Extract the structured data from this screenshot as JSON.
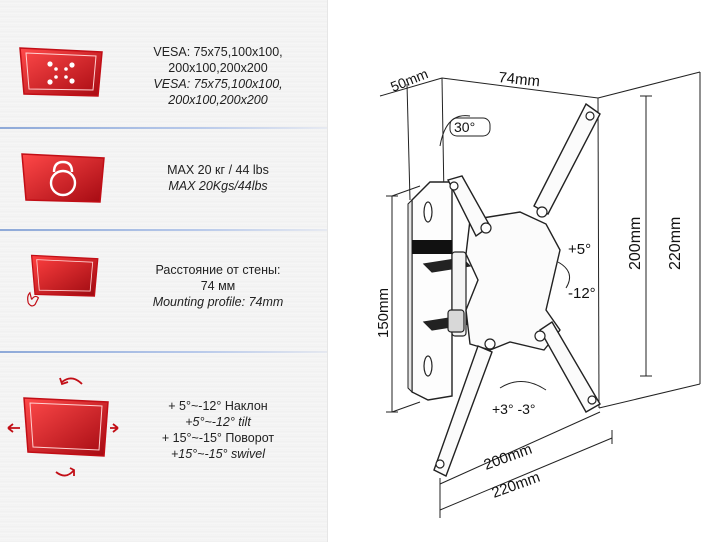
{
  "features": [
    {
      "icon": "vesa-pattern-icon",
      "line1": "VESA: 75x75,100x100,",
      "line2": "200x100,200x200",
      "line3": "VESA: 75x75,100x100,",
      "line4": "200x100,200x200"
    },
    {
      "icon": "weight-kettlebell-icon",
      "line1": "MAX 20 кг / 44 lbs",
      "line2": "MAX 20Kgs/44lbs"
    },
    {
      "icon": "wall-distance-icon",
      "line1": "Расстояние от стены:",
      "line2": "74 мм",
      "line3": "Mounting profile: 74mm"
    },
    {
      "icon": "tilt-swivel-icon",
      "line1": "+ 5°~-12° Наклон",
      "line2": "+5°~-12° tilt",
      "line3": "+ 15°~-15° Поворот",
      "line4": "+15°~-15° swivel"
    }
  ],
  "dimensions": {
    "depth_wall": "50mm",
    "depth_profile": "74mm",
    "tilt_angle": "30°",
    "height_200": "200mm",
    "height_220": "220mm",
    "height_plate": "150mm",
    "tilt_up": "+5°",
    "tilt_down": "-12°",
    "rotate": "+3° -3°",
    "width_200": "200mm",
    "width_220": "220mm"
  },
  "colors": {
    "accent": "#d3121c",
    "dark_red": "#8a0a10",
    "line": "#222222"
  }
}
